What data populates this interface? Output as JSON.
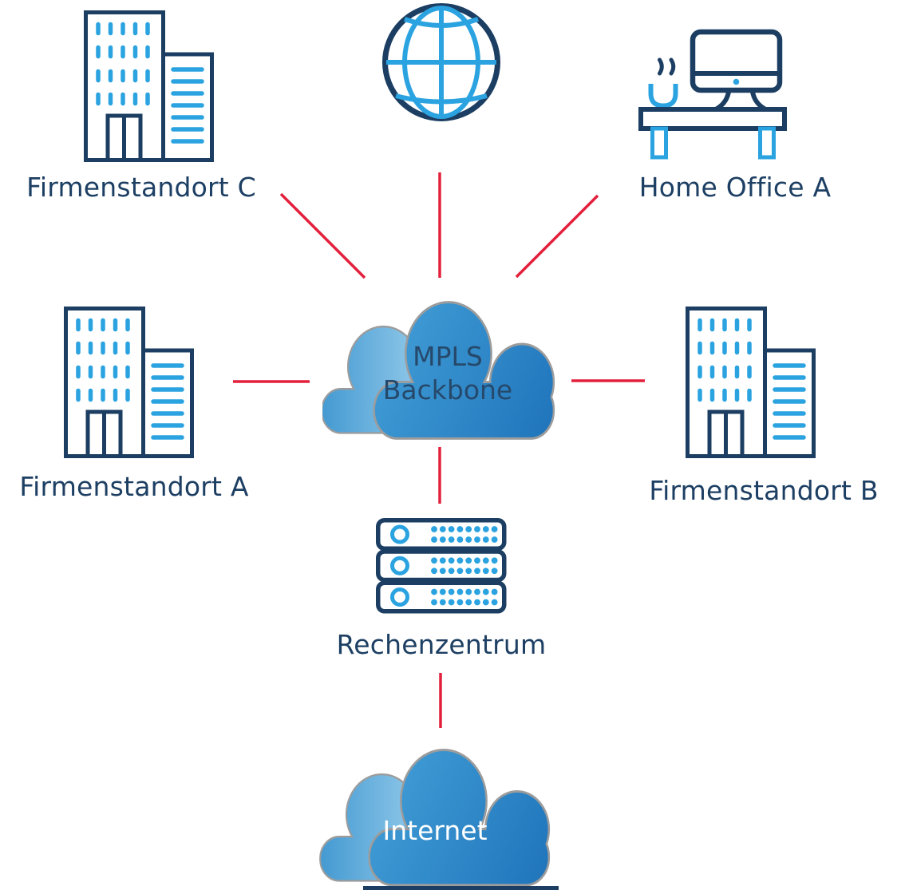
{
  "diagram": {
    "type": "network-topology",
    "background": "#ffffff"
  },
  "colors": {
    "navy": "#1b3e62",
    "label_navy": "#1d3f63",
    "light_blue": "#2aa3e0",
    "red_line": "#e3203c",
    "cloud_stroke": "#9c9c9c",
    "cloud_main_gradient_start": "#45a2d9",
    "cloud_main_gradient_end": "#2176bc",
    "cloud_back_gradient_start": "#3f97d0",
    "cloud_back_gradient_end": "#a6d5f0",
    "cloud_text_navy": "#26496b",
    "cloud_text_white": "#ffffff"
  },
  "nodes": {
    "site_c": {
      "label": "Firmenstandort C",
      "icon": "office-building-icon"
    },
    "globe": {
      "icon": "globe-icon"
    },
    "home_office": {
      "label": "Home Office A",
      "icon": "desk-computer-icon"
    },
    "site_a": {
      "label": "Firmenstandort A",
      "icon": "office-building-icon"
    },
    "mpls": {
      "label_line1": "MPLS",
      "label_line2": "Backbone",
      "icon": "cloud-shape"
    },
    "site_b": {
      "label": "Firmenstandort B",
      "icon": "office-building-icon"
    },
    "datacenter": {
      "label": "Rechenzentrum",
      "icon": "server-stack-icon"
    },
    "internet": {
      "label": "Internet",
      "icon": "cloud-shape"
    }
  },
  "connections": [
    {
      "from": "site_c",
      "to": "mpls"
    },
    {
      "from": "globe",
      "to": "mpls"
    },
    {
      "from": "home_office",
      "to": "mpls"
    },
    {
      "from": "site_a",
      "to": "mpls"
    },
    {
      "from": "site_b",
      "to": "mpls"
    },
    {
      "from": "mpls",
      "to": "datacenter"
    },
    {
      "from": "datacenter",
      "to": "internet"
    }
  ]
}
